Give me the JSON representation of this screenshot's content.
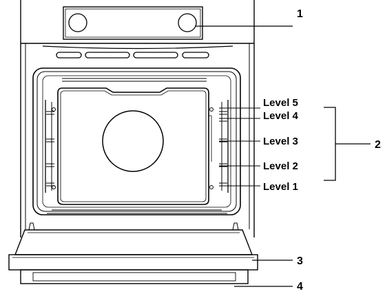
{
  "diagram": {
    "callouts": [
      {
        "id": "1",
        "label": "1"
      },
      {
        "id": "2",
        "label": "2"
      },
      {
        "id": "3",
        "label": "3"
      },
      {
        "id": "4",
        "label": "4"
      }
    ],
    "levels": [
      {
        "id": "5",
        "label": "Level 5"
      },
      {
        "id": "4",
        "label": "Level 4"
      },
      {
        "id": "3",
        "label": "Level 3"
      },
      {
        "id": "2",
        "label": "Level 2"
      },
      {
        "id": "1",
        "label": "Level 1"
      }
    ]
  }
}
